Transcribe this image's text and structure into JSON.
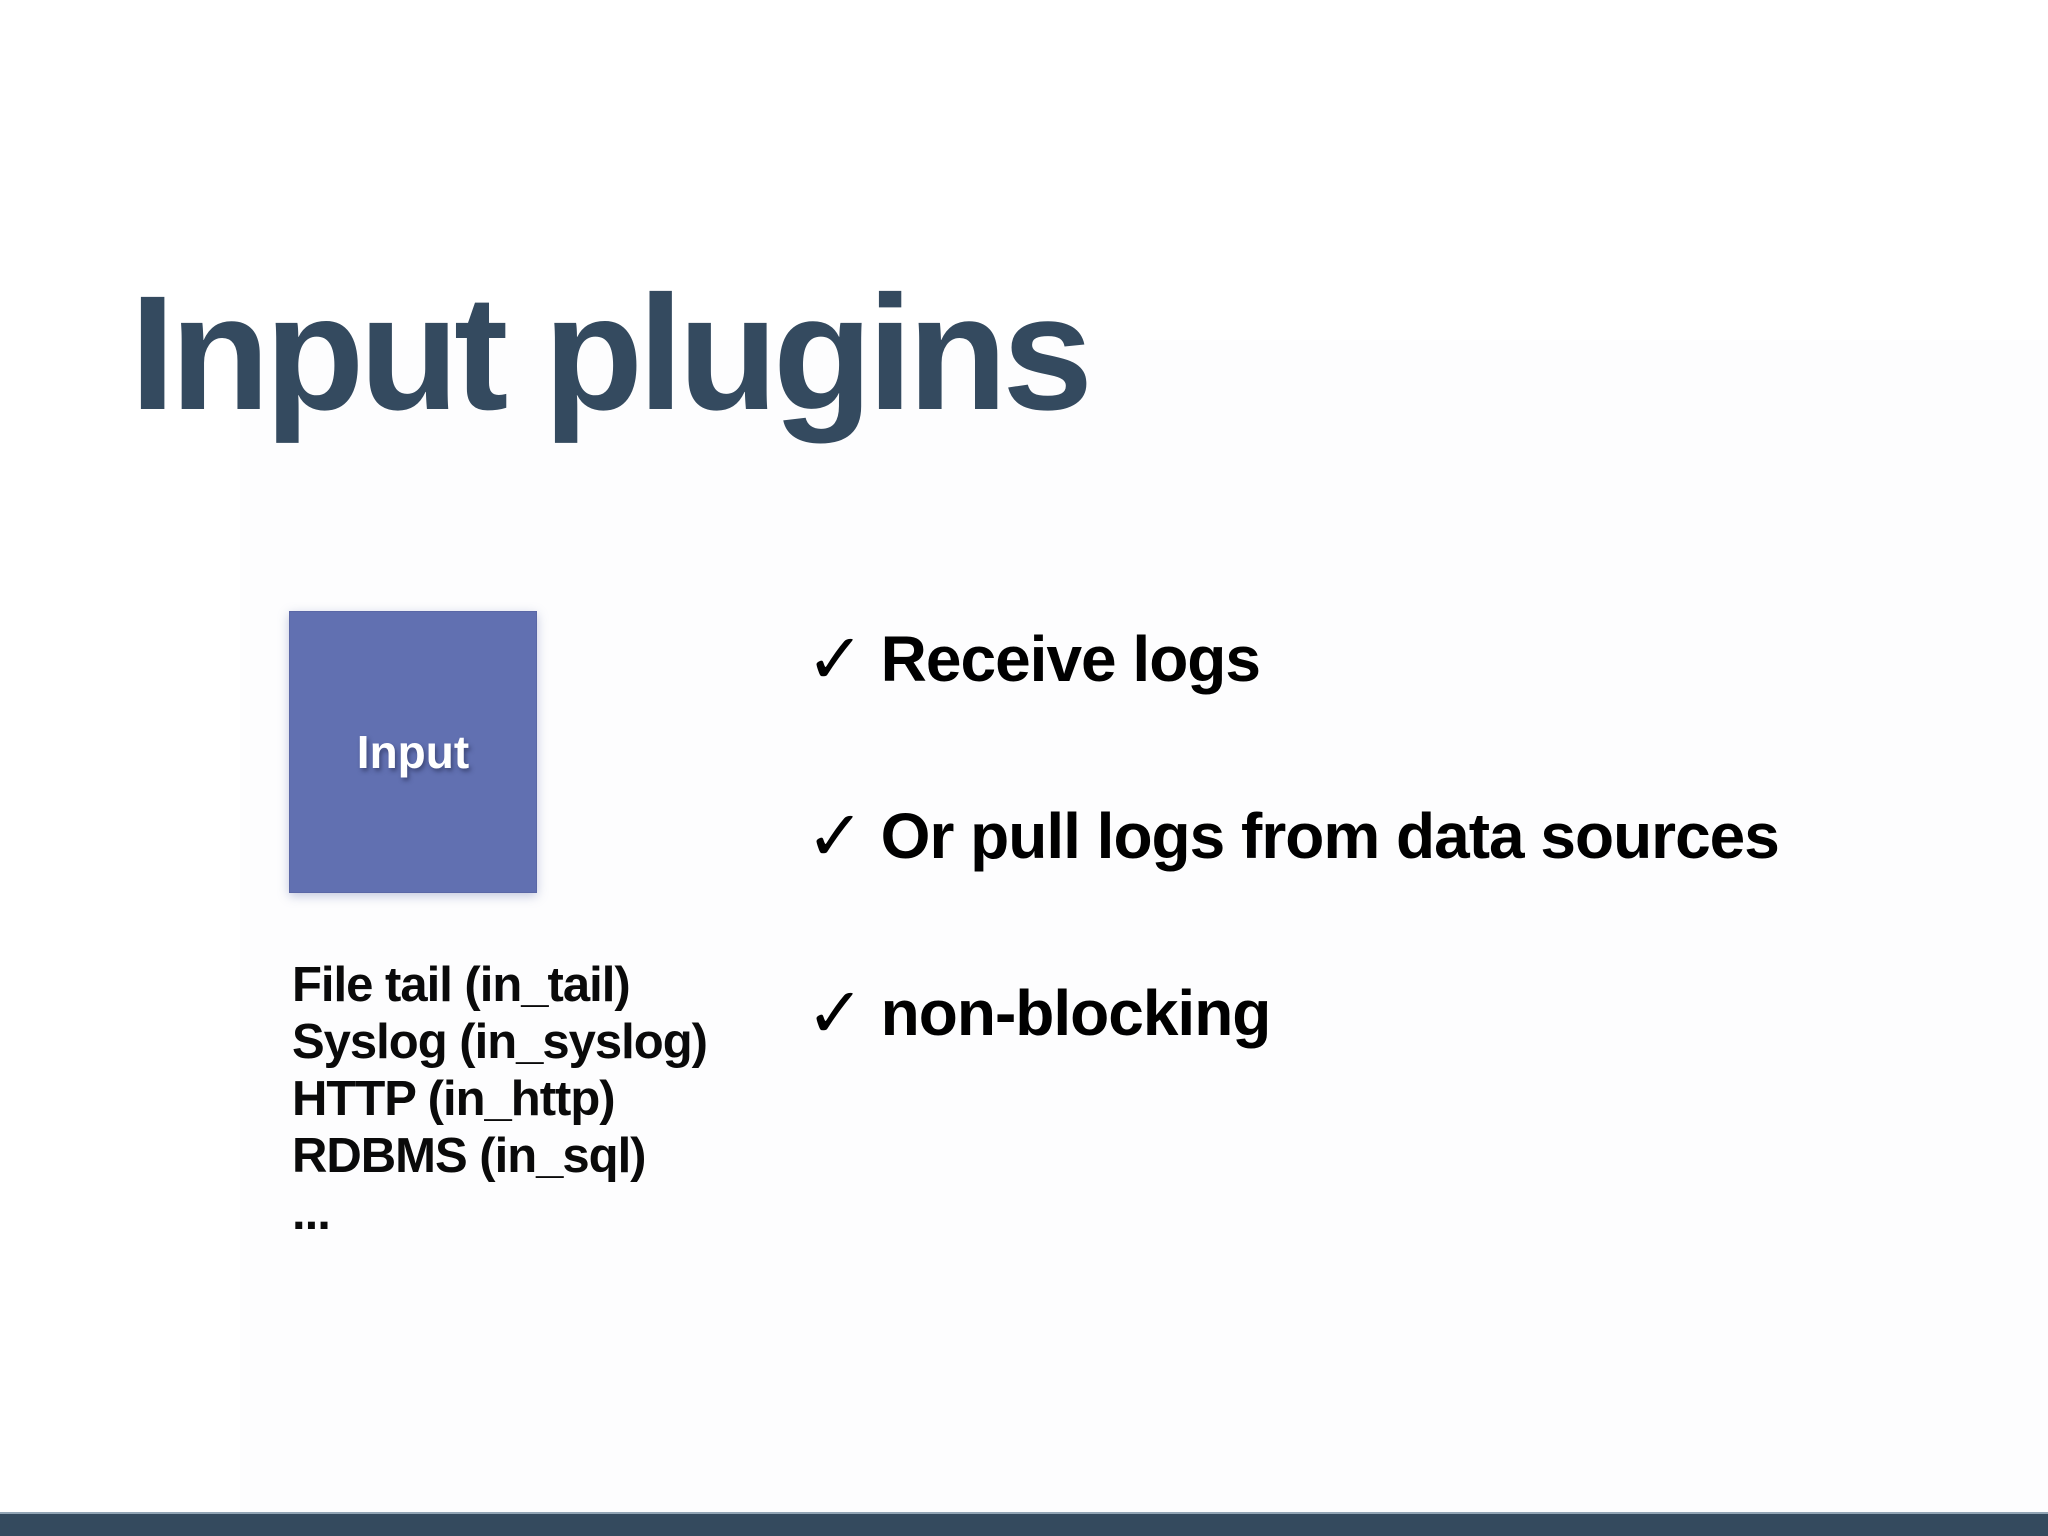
{
  "slide": {
    "title": "Input plugins",
    "diagram": {
      "box_label": "Input",
      "box_color": "#6170b1",
      "plugin_list": [
        "File tail (in_tail)",
        "Syslog (in_syslog)",
        "HTTP (in_http)",
        "RDBMS (in_sql)",
        "..."
      ]
    },
    "bullets": [
      {
        "marker": "✓",
        "text": "Receive logs"
      },
      {
        "marker": "✓",
        "text": "Or pull logs from data sources"
      },
      {
        "marker": "✓",
        "text": "non-blocking"
      }
    ],
    "colors": {
      "title": "#344a5f",
      "box_fill": "#6170b1",
      "box_label": "#ffffff",
      "body_text": "#000000",
      "footer_bar": "#344a5e",
      "background": "#ffffff"
    }
  }
}
